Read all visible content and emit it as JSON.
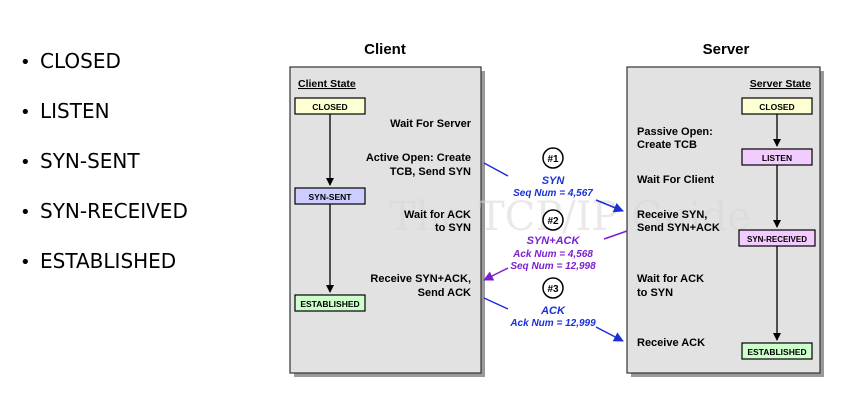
{
  "bullets": [
    "CLOSED",
    "LISTEN",
    "SYN-SENT",
    "SYN-RECEIVED",
    "ESTABLISHED"
  ],
  "diagram": {
    "client_title": "Client",
    "server_title": "Server",
    "watermark": "The TCP/IP Guide",
    "client": {
      "state_header": "Client State",
      "states": [
        "CLOSED",
        "SYN-SENT",
        "ESTABLISHED"
      ],
      "descriptions": {
        "wait_server": "Wait For Server",
        "active_open_1": "Active Open: Create",
        "active_open_2": "TCB, Send SYN",
        "wait_ack_1": "Wait for ACK",
        "wait_ack_2": "to SYN",
        "receive_synack_1": "Receive SYN+ACK,",
        "receive_synack_2": "Send ACK"
      }
    },
    "server": {
      "state_header": "Server State",
      "states": [
        "CLOSED",
        "LISTEN",
        "SYN-RECEIVED",
        "ESTABLISHED"
      ],
      "descriptions": {
        "passive_open_1": "Passive Open:",
        "passive_open_2": "Create TCB",
        "wait_client": "Wait For Client",
        "receive_syn_1": "Receive SYN,",
        "receive_syn_2": "Send SYN+ACK",
        "wait_ack_1": "Wait for ACK",
        "wait_ack_2": "to SYN",
        "receive_ack": "Receive ACK"
      }
    },
    "messages": [
      {
        "step": "#1",
        "name": "SYN",
        "lines": [
          "Seq Num = 4,567"
        ],
        "color": "#1a2fd8"
      },
      {
        "step": "#2",
        "name": "SYN+ACK",
        "lines": [
          "Ack Num = 4,568",
          "Seq Num = 12,998"
        ],
        "color": "#7a1fd0"
      },
      {
        "step": "#3",
        "name": "ACK",
        "lines": [
          "Ack Num = 12,999"
        ],
        "color": "#1a2fd8"
      }
    ],
    "colors": {
      "panel_fill": "#e2e2e2",
      "closed_state": "#ffffd4",
      "syn_sent_state": "#ccccff",
      "listen_state": "#f2ccff",
      "syn_received_state": "#f2ccff",
      "established_state": "#ccffcc"
    }
  }
}
